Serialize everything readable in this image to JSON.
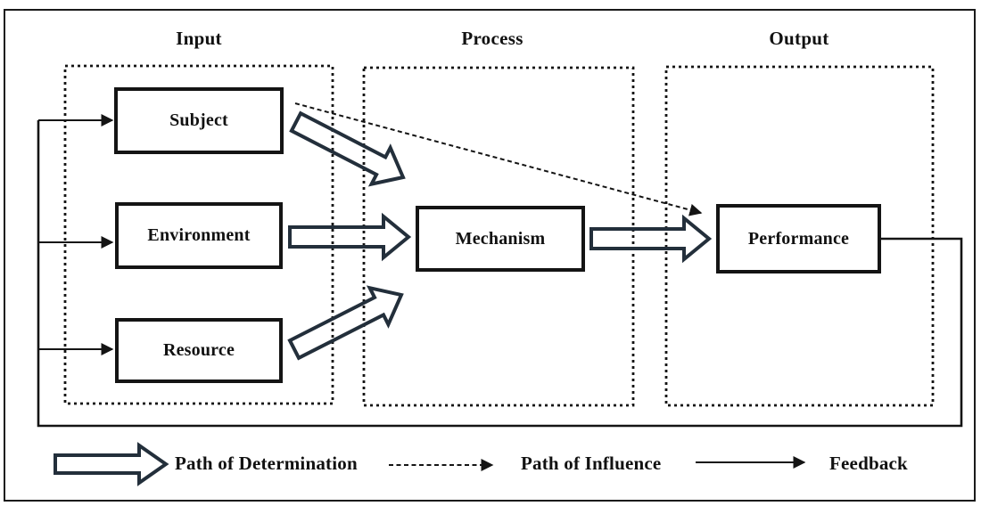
{
  "headers": {
    "input": "Input",
    "process": "Process",
    "output": "Output"
  },
  "nodes": {
    "subject": {
      "label": "Subject"
    },
    "environment": {
      "label": "Environment"
    },
    "resource": {
      "label": "Resource"
    },
    "mechanism": {
      "label": "Mechanism"
    },
    "performance": {
      "label": "Performance"
    }
  },
  "edges": [
    {
      "from": "Subject",
      "to": "Mechanism",
      "type": "Path of Determination"
    },
    {
      "from": "Environment",
      "to": "Mechanism",
      "type": "Path of Determination"
    },
    {
      "from": "Resource",
      "to": "Mechanism",
      "type": "Path of Determination"
    },
    {
      "from": "Mechanism",
      "to": "Performance",
      "type": "Path of Determination"
    },
    {
      "from": "Subject",
      "to": "Performance",
      "type": "Path of Influence"
    },
    {
      "from": "Performance",
      "to": "Subject",
      "type": "Feedback"
    },
    {
      "from": "Performance",
      "to": "Environment",
      "type": "Feedback"
    },
    {
      "from": "Performance",
      "to": "Resource",
      "type": "Feedback"
    }
  ],
  "legend": {
    "items": [
      {
        "symbol": "block-arrow",
        "label": "Path of Determination"
      },
      {
        "symbol": "dashed-arrow",
        "label": "Path of Influence"
      },
      {
        "symbol": "thin-arrow",
        "label": "Feedback"
      }
    ]
  },
  "colors": {
    "outline": "#141414",
    "block_arrow_stroke": "#232f3b",
    "background": "#ffffff"
  }
}
